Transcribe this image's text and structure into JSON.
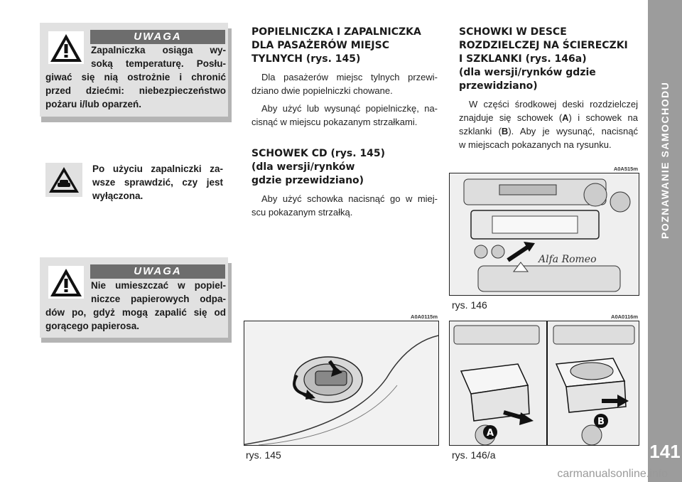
{
  "section_title": "POZNAWANIE SAMOCHODU",
  "page_number": "141",
  "warning1": {
    "label": "UWAGA",
    "line1": "Zapalniczka osiąga wy-",
    "line2": "soką temperaturę. Posłu-",
    "line3": "giwać się nią ostrożnie i chronić",
    "line4": "przed dziećmi: niebezpieczeństwo",
    "line5": "pożaru i/lub oparzeń."
  },
  "note": {
    "line1": "Po użyciu zapalniczki za-",
    "line2": "wsze sprawdzić, czy jest",
    "line3": "wyłączona."
  },
  "warning2": {
    "label": "UWAGA",
    "line1": "Nie umieszczać w popiel-",
    "line2": "niczce papierowych odpa-",
    "line3": "dów po, gdyż mogą zapalić się od",
    "line4": "gorącego papierosa."
  },
  "ashtray": {
    "heading1": "POPIELNICZKA I ZAPALNICZKA",
    "heading2": "DLA PASAŻERÓW MIEJSC",
    "heading3": "TYLNYCH",
    "heading_ref": "(rys. 145)",
    "p1_l1": "Dla pasażerów miejsc tylnych przewi-",
    "p1_l2": "dziano dwie popielniczki chowane.",
    "p2_l1": "Aby użyć lub wysunąć popielniczkę, na-",
    "p2_l2": "cisnąć w miejscu pokazanym strzałkami."
  },
  "cd": {
    "heading1": "SCHOWEK CD",
    "heading_ref": "(rys. 145)",
    "heading2": "(dla wersji/rynków",
    "heading3": "gdzie przewidziano)",
    "p1_l1": "Aby użyć schowka nacisnąć go w miej-",
    "p1_l2": "scu pokazanym strzałką."
  },
  "compartments": {
    "heading1": "SCHOWKI W DESCE",
    "heading2": "ROZDZIELCZEJ NA ŚCIERECZKI",
    "heading3": "I SZKLANKI",
    "heading_ref": "(rys. 146a)",
    "heading4": "(dla wersji/rynków gdzie",
    "heading5": "przewidziano)",
    "p1_l1": "W części środkowej deski rozdzielczej",
    "p1_l2a": "znajduje się schowek (",
    "p1_a": "A",
    "p1_l2b": ") i schowek na",
    "p1_l3a": "szklanki (",
    "p1_b": "B",
    "p1_l3b": "). Aby je wysunąć, nacisnąć",
    "p1_l4": "w miejscach pokazanych na rysunku."
  },
  "figures": {
    "fig145": {
      "code": "A0A0115m",
      "caption": "rys. 145"
    },
    "fig146": {
      "code": "A0A515m",
      "caption": "rys. 146",
      "brand": "Alfa Romeo"
    },
    "fig146a": {
      "code": "A0A0116m",
      "caption": "rys. 146/a",
      "label_a": "A",
      "label_b": "B"
    }
  },
  "watermark": "carmanualsonline.info"
}
